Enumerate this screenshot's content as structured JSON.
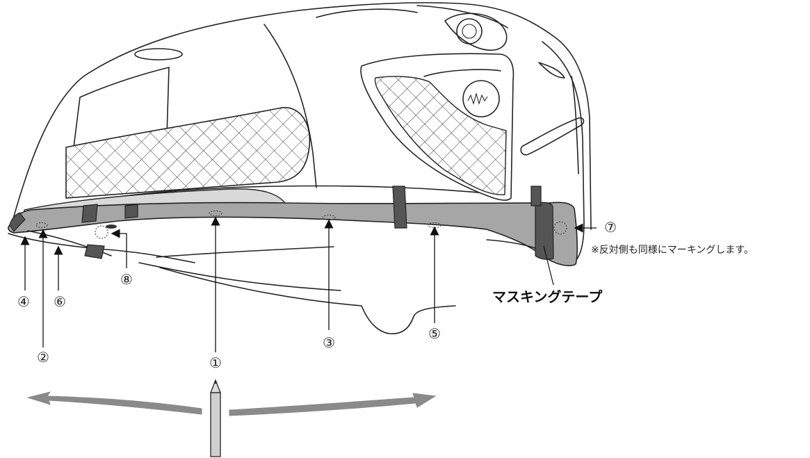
{
  "markers": [
    "①",
    "②",
    "③",
    "④",
    "⑤",
    "⑥",
    "⑦",
    "⑧"
  ],
  "note": "※反対側も同様にマーキングします。",
  "tape_label": "マスキングテープ",
  "colors": {
    "outline": "#222222",
    "lip": "#a6a6a6",
    "lip_highlight": "#d9d9d9",
    "tape": "#555555",
    "arrow": "#8a8a8a",
    "pencil": "#cfcfcf"
  }
}
